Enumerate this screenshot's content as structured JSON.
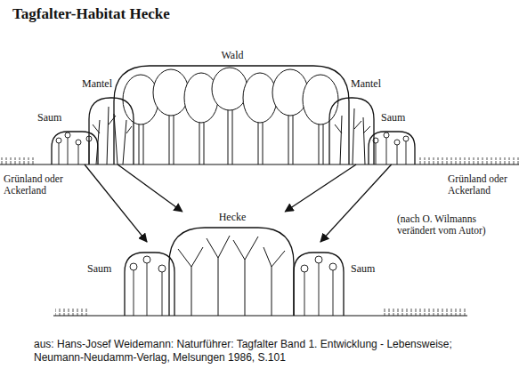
{
  "diagram": {
    "title": "Tagfalter-Habitat Hecke",
    "caption": "aus: Hans-Josef Weidemann: Naturführer: Tagfalter Band 1. Entwicklung - Lebensweise; Neumann-Neudamm-Verlag, Melsungen 1986, S.101",
    "nodes": [
      {
        "text": [
          "Wald"
        ]
      },
      {
        "text": [
          "Mantel"
        ]
      },
      {
        "text": [
          "Mantel"
        ]
      },
      {
        "text": [
          "Saum"
        ]
      },
      {
        "text": [
          "Saum"
        ]
      },
      {
        "text": [
          "Hecke"
        ]
      },
      {
        "text": [
          "Saum"
        ]
      },
      {
        "text": [
          "Saum"
        ]
      }
    ],
    "edges": [
      {
        "from": 3,
        "to": 6,
        "arrow": "to"
      },
      {
        "from": 1,
        "to": 5,
        "arrow": "to"
      },
      {
        "from": 2,
        "to": 5,
        "arrow": "to"
      },
      {
        "from": 4,
        "to": 7,
        "arrow": "to"
      }
    ],
    "labels": [
      "Grünland oder Ackerland",
      "Grünland oder Ackerland",
      "(nach O. Wilmanns verändert vom Autor)"
    ]
  }
}
